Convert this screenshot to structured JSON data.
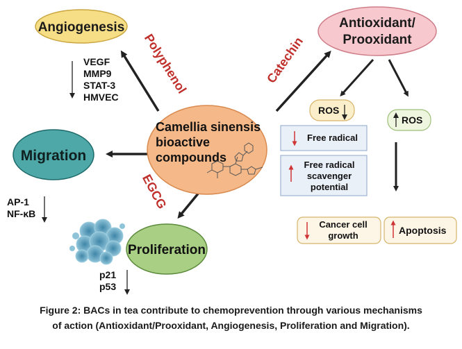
{
  "nodes": {
    "center": {
      "lines": [
        "Camellia sinensis",
        "bioactive",
        "compounds"
      ]
    },
    "angiogenesis": "Angiogenesis",
    "antioxidant": {
      "lines": [
        "Antioxidant/",
        "Prooxidant"
      ]
    },
    "migration": "Migration",
    "proliferation": "Proliferation"
  },
  "pathway_labels": {
    "polyphenol": "Polyphenol",
    "catechin": "Catechin",
    "egcg": "EGCG"
  },
  "angiogenesis_markers": [
    "VEGF",
    "MMP9",
    "STAT-3",
    "HMVEC"
  ],
  "migration_markers": [
    "AP-1",
    "NF-κB"
  ],
  "proliferation_markers": [
    "p21",
    "p53"
  ],
  "ros_down": "ROS",
  "ros_up": "ROS",
  "free_radical": "Free radical",
  "scavenger": {
    "lines": [
      "Free radical",
      "scavenger",
      "potential"
    ]
  },
  "cancer_growth": {
    "lines": [
      "Cancer cell",
      "growth"
    ]
  },
  "apoptosis": "Apoptosis",
  "caption": {
    "line1": "Figure 2: BACs in tea contribute to chemoprevention through various mechanisms",
    "line2": "of action (Antioxidant/Prooxidant, Angiogenesis, Proliferation and Migration)."
  },
  "colors": {
    "center_fill": "#f5b889",
    "angiogenesis_fill": "#f6de86",
    "antioxidant_fill": "#f7c9cf",
    "migration_fill": "#4fa8a8",
    "proliferation_fill": "#a8cf84",
    "label_red": "#c0302c",
    "down_arrow_red": "#d03535",
    "up_arrow_green": "#2f7a3a"
  }
}
